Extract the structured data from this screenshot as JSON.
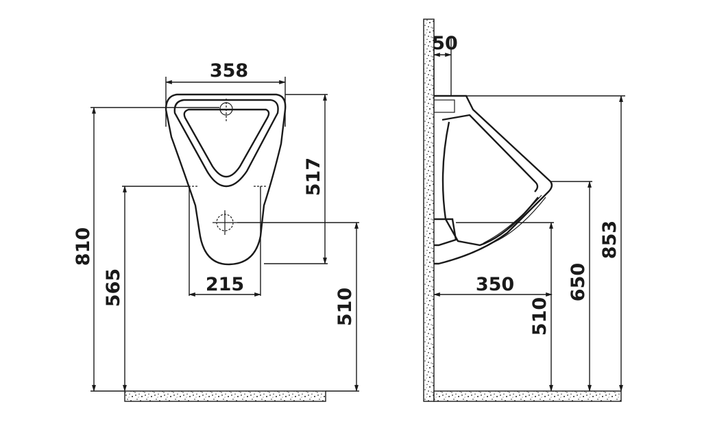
{
  "front_view": {
    "width_top": "358",
    "outlet_spacing": "215",
    "height_inner": "517",
    "height_total": "810",
    "height_mount": "565",
    "height_outlet": "510"
  },
  "side_view": {
    "wall_offset": "50",
    "depth": "350",
    "height_outlet": "510",
    "height_lip": "650",
    "height_total": "853"
  },
  "colors": {
    "line": "#1a1a1a",
    "background": "#ffffff"
  }
}
